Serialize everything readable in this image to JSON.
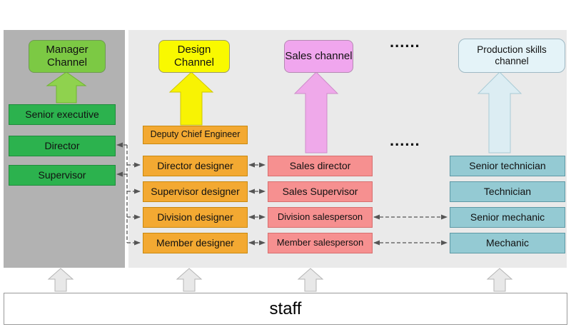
{
  "diagram": {
    "staff_label": "staff",
    "ellipsis_top": "......",
    "ellipsis_mid": "......",
    "channels": {
      "manager": {
        "title": "Manager Channel",
        "levels": [
          "Senior executive",
          "Director",
          "Supervisor"
        ]
      },
      "design": {
        "title": "Design Channel",
        "levels": [
          "Deputy Chief Engineer",
          "Director designer",
          "Supervisor designer",
          "Division designer",
          "Member designer"
        ]
      },
      "sales": {
        "title": "Sales channel",
        "levels": [
          "Sales director",
          "Sales Supervisor",
          "Division salesperson",
          "Member salesperson"
        ]
      },
      "production": {
        "title": "Production skills channel",
        "levels": [
          "Senior technician",
          "Technician",
          "Senior mechanic",
          "Mechanic"
        ]
      }
    },
    "colors": {
      "manager_header": "#7cc944",
      "manager_level": "#2cb24e",
      "design_header": "#f9f900",
      "design_level": "#f3a932",
      "sales_header": "#f0a6ee",
      "sales_level": "#f69090",
      "production_header": "#e4f3f8",
      "production_level": "#94cad3"
    }
  }
}
